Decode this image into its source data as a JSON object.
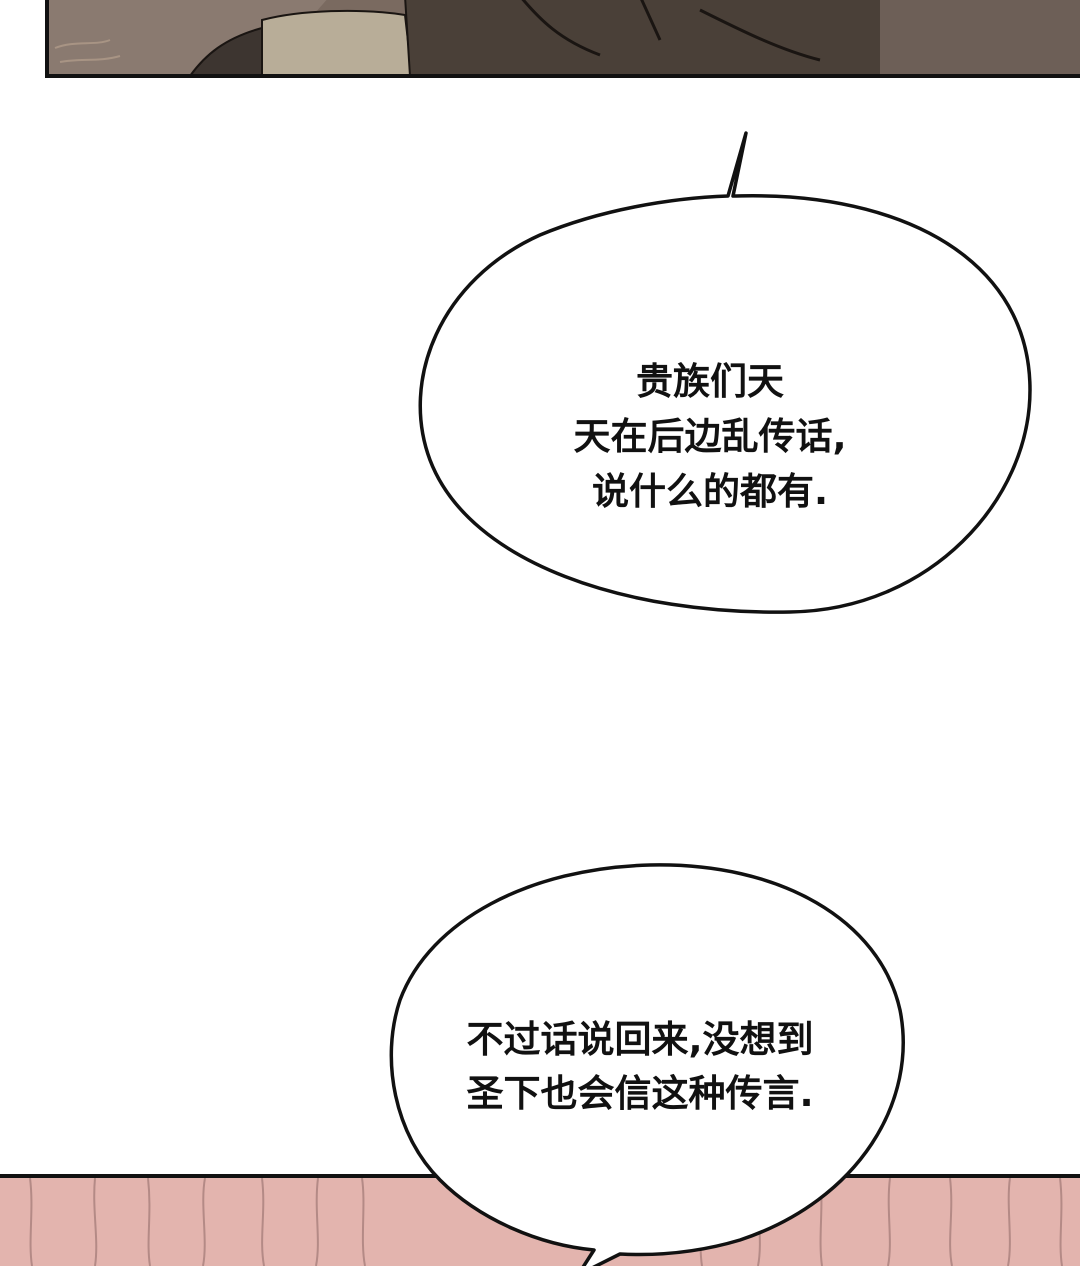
{
  "page": {
    "colors": {
      "background": "#ffffff",
      "panel_border": "#111111",
      "top_panel_tone": "#6e625a",
      "bottom_panel_tone": "#e6b8b2",
      "bubble_fill": "#ffffff",
      "bubble_stroke": "#111111",
      "text": "#111111"
    }
  },
  "bubbles": [
    {
      "lines": [
        "贵族们天",
        "天在后边乱传话,",
        "说什么的都有."
      ]
    },
    {
      "lines": [
        "不过话说回来,没想到",
        "圣下也会信这种传言."
      ]
    }
  ]
}
